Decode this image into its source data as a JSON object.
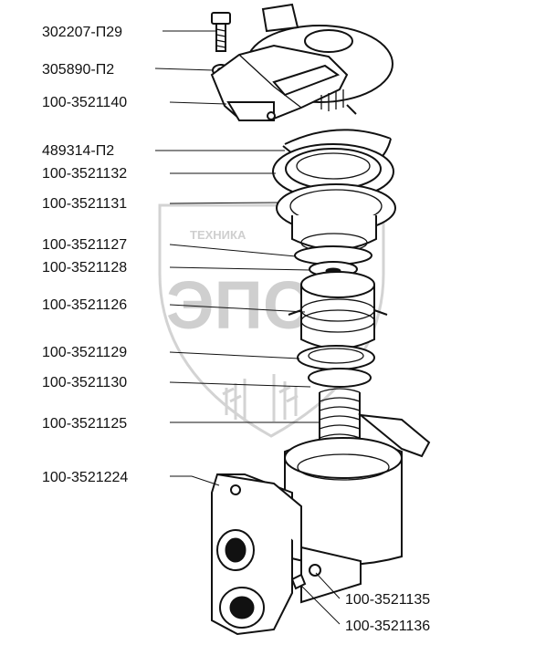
{
  "watermark": {
    "brand_text": "ТЕХНИКА",
    "logo_text": "ЭПС"
  },
  "callouts": [
    {
      "id": "c1",
      "label": "302207-П29"
    },
    {
      "id": "c2",
      "label": "305890-П2"
    },
    {
      "id": "c3",
      "label": "100-3521140"
    },
    {
      "id": "c4",
      "label": "489314-П2"
    },
    {
      "id": "c5",
      "label": "100-3521132"
    },
    {
      "id": "c6",
      "label": "100-3521131"
    },
    {
      "id": "c7",
      "label": "100-3521127"
    },
    {
      "id": "c8",
      "label": "100-3521128"
    },
    {
      "id": "c9",
      "label": "100-3521126"
    },
    {
      "id": "c10",
      "label": "100-3521129"
    },
    {
      "id": "c11",
      "label": "100-3521130"
    },
    {
      "id": "c12",
      "label": "100-3521125"
    },
    {
      "id": "c13",
      "label": "100-3521224"
    },
    {
      "id": "c14",
      "label": "100-3521135"
    },
    {
      "id": "c15",
      "label": "100-3521136"
    }
  ],
  "colors": {
    "ink": "#111111",
    "watermark": "#d3d3d3",
    "background": "#ffffff"
  }
}
